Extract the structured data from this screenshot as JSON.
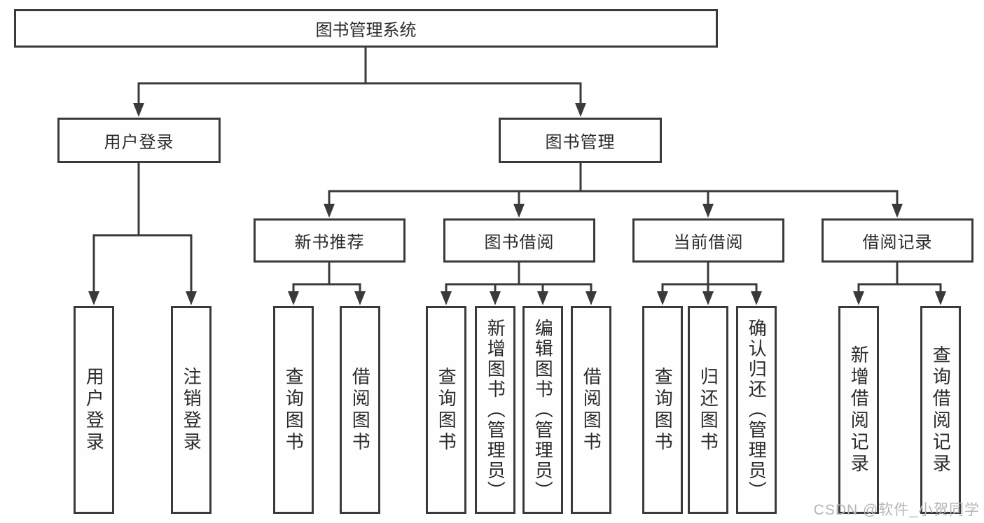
{
  "tree": {
    "label": "图书管理系统",
    "children": [
      {
        "label": "用户登录",
        "children": [
          {
            "label": "用户登录"
          },
          {
            "label": "注销登录"
          }
        ]
      },
      {
        "label": "图书管理",
        "children": [
          {
            "label": "新书推荐",
            "children": [
              {
                "label": "查询图书"
              },
              {
                "label": "借阅图书"
              }
            ]
          },
          {
            "label": "图书借阅",
            "children": [
              {
                "label": "查询图书"
              },
              {
                "label": "新增图书（管理员）"
              },
              {
                "label": "编辑图书（管理员）"
              },
              {
                "label": "借阅图书"
              }
            ]
          },
          {
            "label": "当前借阅",
            "children": [
              {
                "label": "查询图书"
              },
              {
                "label": "归还图书"
              },
              {
                "label": "确认归还（管理员）"
              }
            ]
          },
          {
            "label": "借阅记录",
            "children": [
              {
                "label": "新增借阅记录"
              },
              {
                "label": "查询借阅记录"
              }
            ]
          }
        ]
      }
    ]
  },
  "watermark": "CSDN @软件_小贺同学",
  "colors": {
    "line": "#3a3a3a",
    "text": "#2b2b2b",
    "node_background": "#fefefe",
    "page_background": "#ffffff",
    "watermark": "#b3b6ba"
  }
}
